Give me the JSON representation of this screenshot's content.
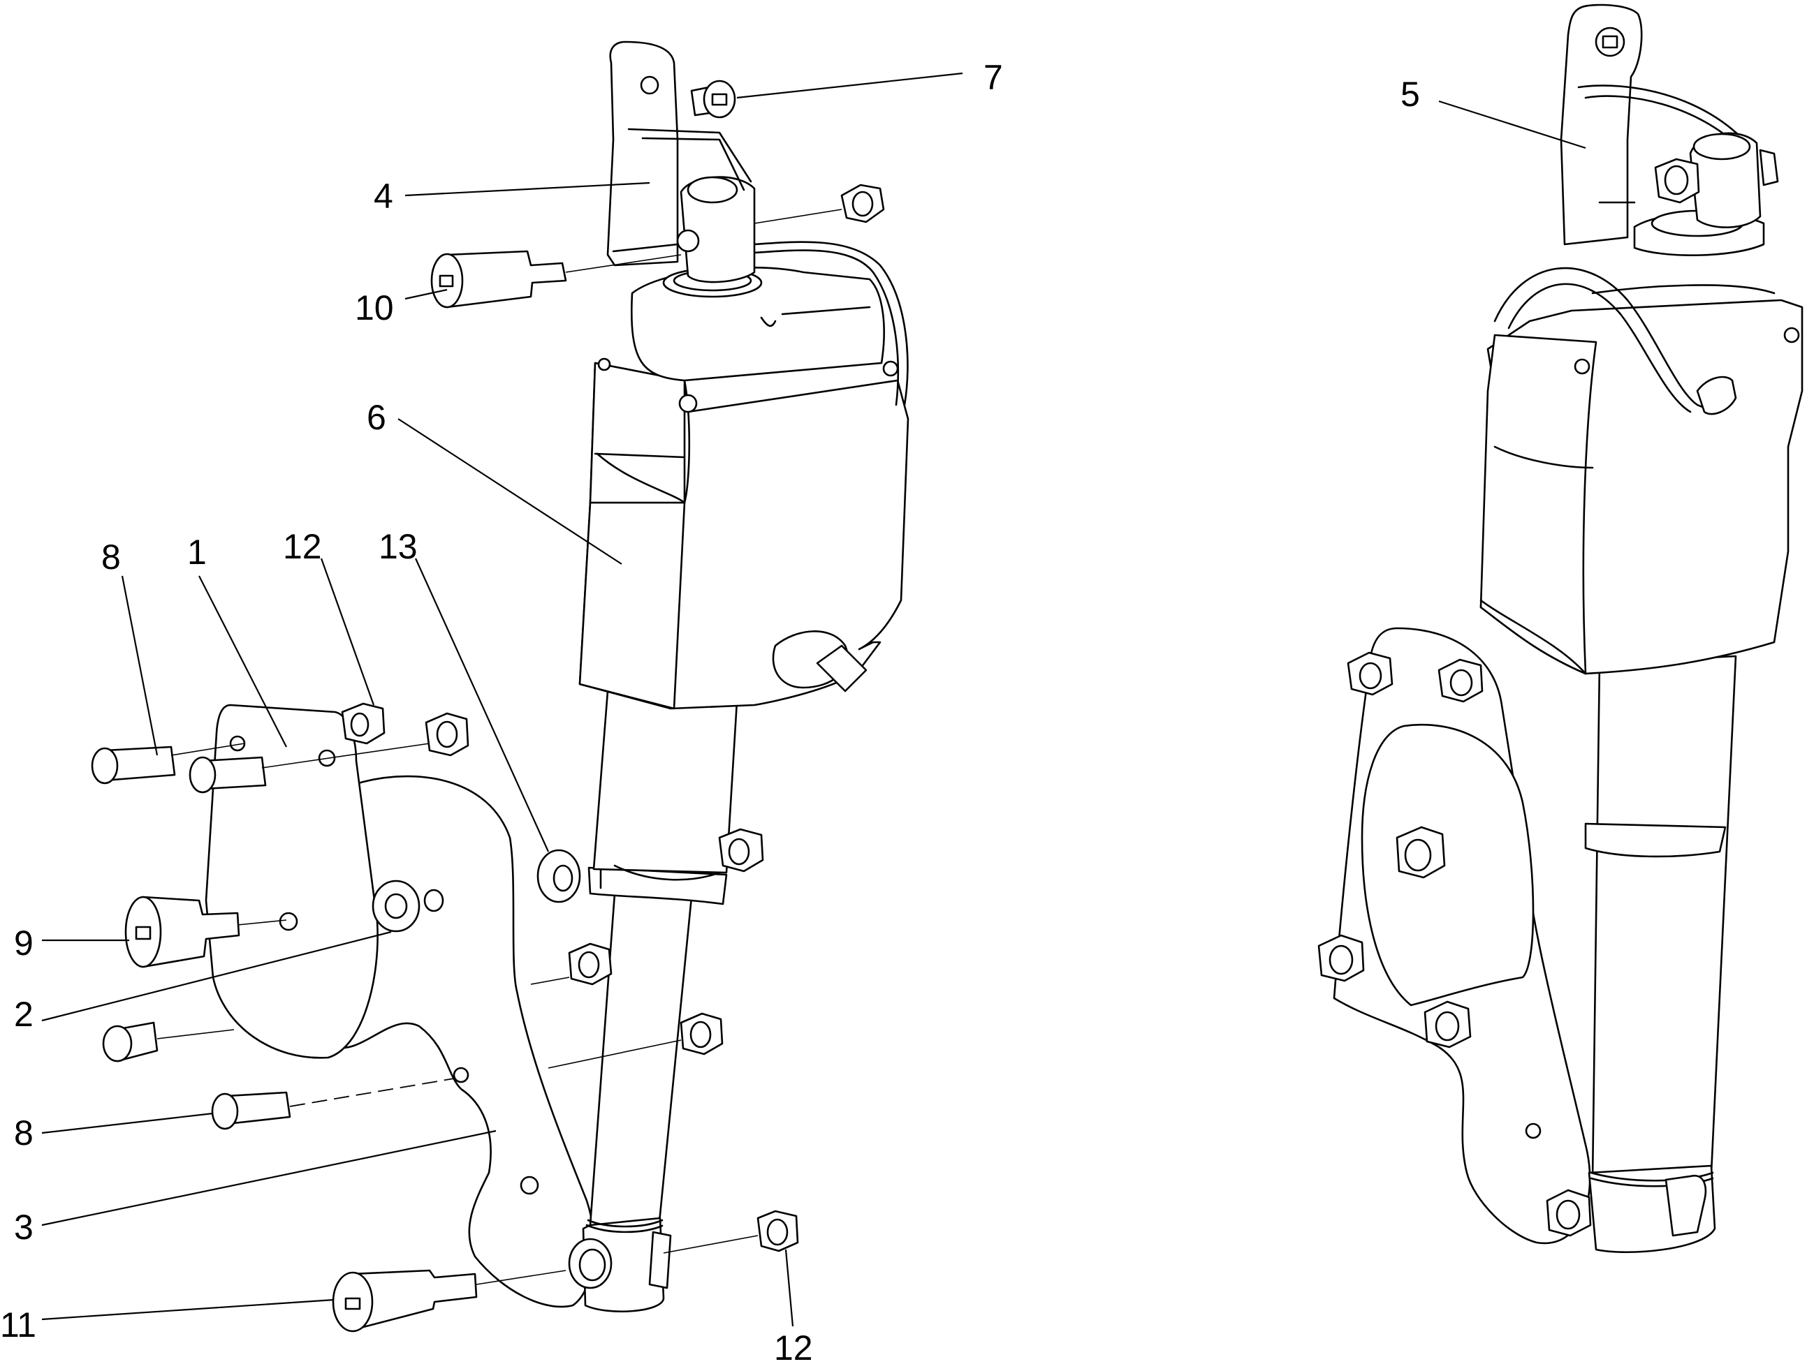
{
  "callouts": {
    "c1": "1",
    "c2": "2",
    "c3": "3",
    "c4": "4",
    "c5": "5",
    "c6": "6",
    "c7": "7",
    "c8a": "8",
    "c8b": "8",
    "c9": "9",
    "c10": "10",
    "c11": "11",
    "c12a": "12",
    "c12b": "12",
    "c13": "13"
  },
  "colors": {
    "line": "#000000",
    "background": "#ffffff"
  }
}
